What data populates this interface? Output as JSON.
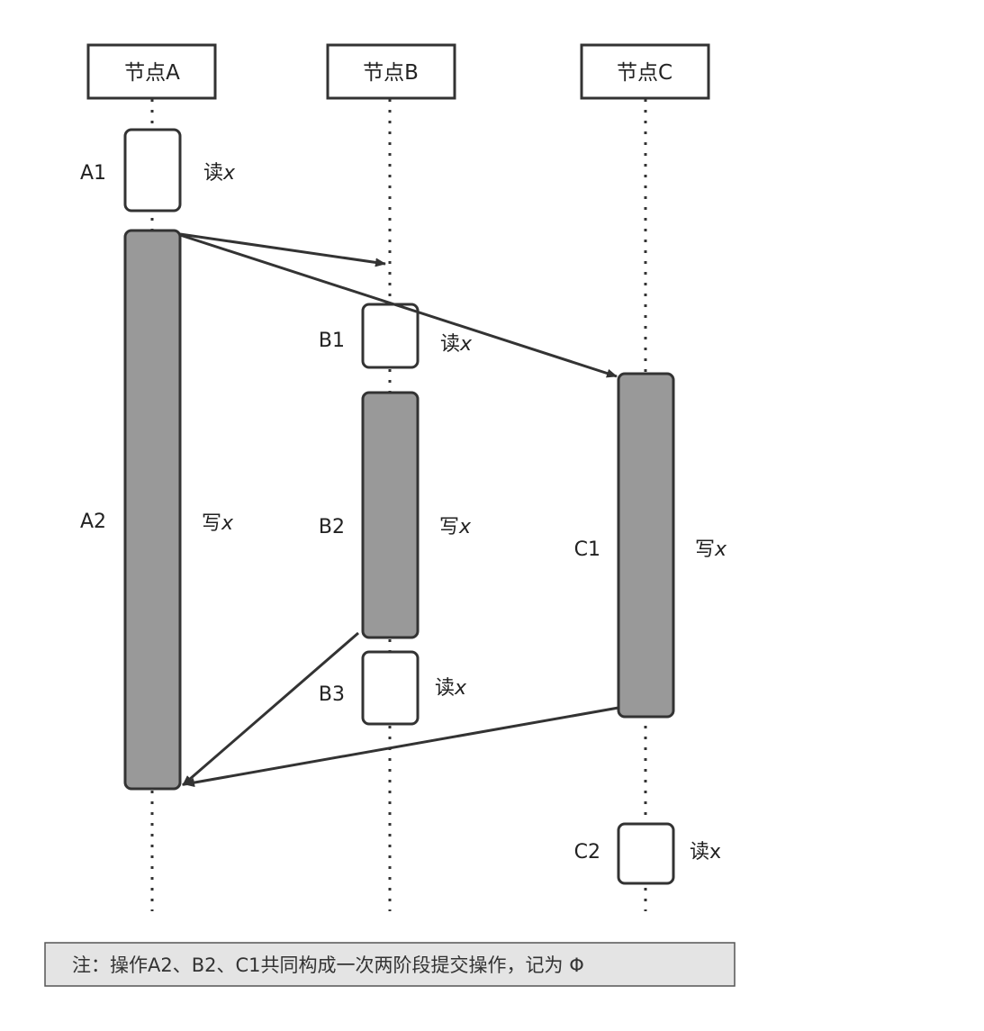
{
  "nodes": [
    {
      "id": "A",
      "label": "节点A"
    },
    {
      "id": "B",
      "label": "节点B"
    },
    {
      "id": "C",
      "label": "节点C"
    }
  ],
  "operations": [
    {
      "id": "A1",
      "label": "A1",
      "kind": "read",
      "desc_prefix": "读",
      "desc_var": "x"
    },
    {
      "id": "A2",
      "label": "A2",
      "kind": "write",
      "desc_prefix": "写",
      "desc_var": "x"
    },
    {
      "id": "B1",
      "label": "B1",
      "kind": "read",
      "desc_prefix": "读",
      "desc_var": "x"
    },
    {
      "id": "B2",
      "label": "B2",
      "kind": "write",
      "desc_prefix": "写",
      "desc_var": "x"
    },
    {
      "id": "B3",
      "label": "B3",
      "kind": "read",
      "desc_prefix": "读",
      "desc_var": "x"
    },
    {
      "id": "C1",
      "label": "C1",
      "kind": "write",
      "desc_prefix": "写",
      "desc_var": "x"
    },
    {
      "id": "C2",
      "label": "C2",
      "kind": "read",
      "desc_prefix": "读",
      "desc_var": "x"
    }
  ],
  "note": {
    "text": "注：操作A2、B2、C1共同构成一次两阶段提交操作，记为 Φ"
  },
  "colors": {
    "write_fill": "#999999",
    "read_fill": "#ffffff",
    "stroke": "#333333",
    "note_bg": "#e4e4e4"
  }
}
